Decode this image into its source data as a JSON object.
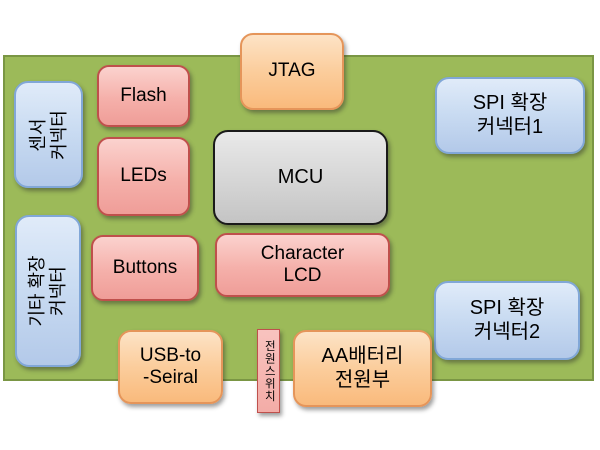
{
  "palette": {
    "board_fill": "#9cba59",
    "board_border": "#7a9644",
    "pink_fill_top": "#fbd2ce",
    "pink_fill_bottom": "#ef9d98",
    "pink_border": "#bf504c",
    "orange_fill_top": "#fde3c6",
    "orange_fill_bottom": "#f9ba7c",
    "orange_border": "#e5955a",
    "blue_fill_top": "#e0ebf9",
    "blue_fill_bottom": "#b3c9e9",
    "blue_border": "#81a7d7",
    "gray_fill_top": "#e9e9e9",
    "gray_fill_bottom": "#c4c4c4",
    "gray_border": "#1a1a1a",
    "text_color": "#000000",
    "background": "#ffffff"
  },
  "blocks": {
    "sensor_connector": {
      "line1": "센서",
      "line2": "커넥터"
    },
    "etc_expansion_connector": {
      "line1": "기타 확장",
      "line2": "커넥터"
    },
    "flash": {
      "label": "Flash"
    },
    "leds": {
      "label": "LEDs"
    },
    "buttons": {
      "label": "Buttons"
    },
    "jtag": {
      "label": "JTAG"
    },
    "mcu": {
      "label": "MCU"
    },
    "character_lcd": {
      "line1": "Character",
      "line2": "LCD"
    },
    "spi_expansion_connector_1": {
      "line1": "SPI 확장",
      "line2": "커넥터1"
    },
    "spi_expansion_connector_2": {
      "line1": "SPI 확장",
      "line2": "커넥터2"
    },
    "usb_to_serial": {
      "line1": "USB-to",
      "line2": "-Seiral"
    },
    "power_switch": {
      "label": "전원스위치"
    },
    "aa_battery_power": {
      "line1": "AA배터리",
      "line2": "전원부"
    }
  }
}
